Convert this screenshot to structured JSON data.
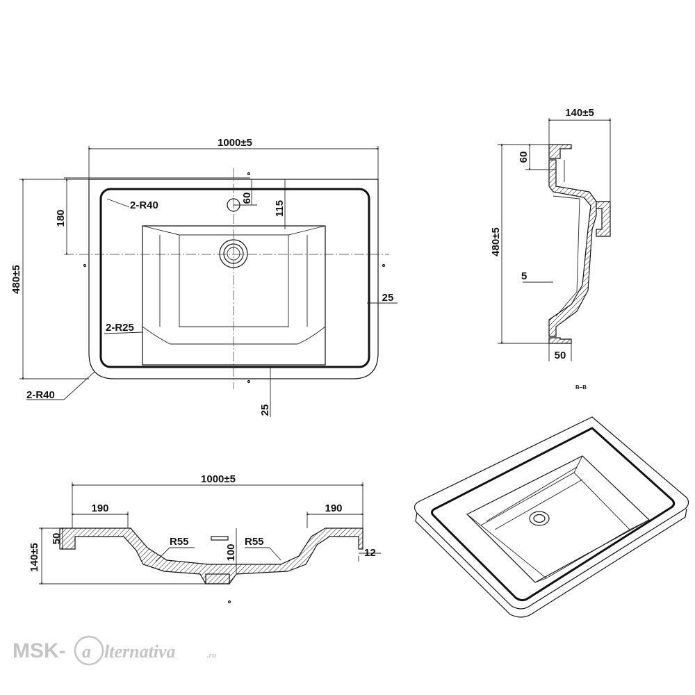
{
  "top_view": {
    "width_label": "1000±5",
    "depth_label": "480±5",
    "dim_180": "180",
    "dim_115": "115",
    "dim_60": "60",
    "dim_25_right": "25",
    "dim_25_bottom": "25",
    "corner_inner_label": "2-R40",
    "corner_outer_label": "2-R40",
    "bowl_corner_label": "2-R25"
  },
  "side_view": {
    "depth_label": "480±5",
    "dim_140": "140±5",
    "dim_60": "60",
    "dim_5": "5",
    "dim_50": "50",
    "section_label": "B–B"
  },
  "front_view": {
    "width_label": "1000±5",
    "ledge_left": "190",
    "ledge_right": "190",
    "rim_height": "50",
    "total_height": "140±5",
    "bowl_depth": "100",
    "radius_left": "R55",
    "radius_right": "R55",
    "thickness": "12"
  },
  "watermark": {
    "prefix": "MSK-",
    "letter": "a",
    "brand": "lternativa",
    "suffix": ".ru"
  }
}
